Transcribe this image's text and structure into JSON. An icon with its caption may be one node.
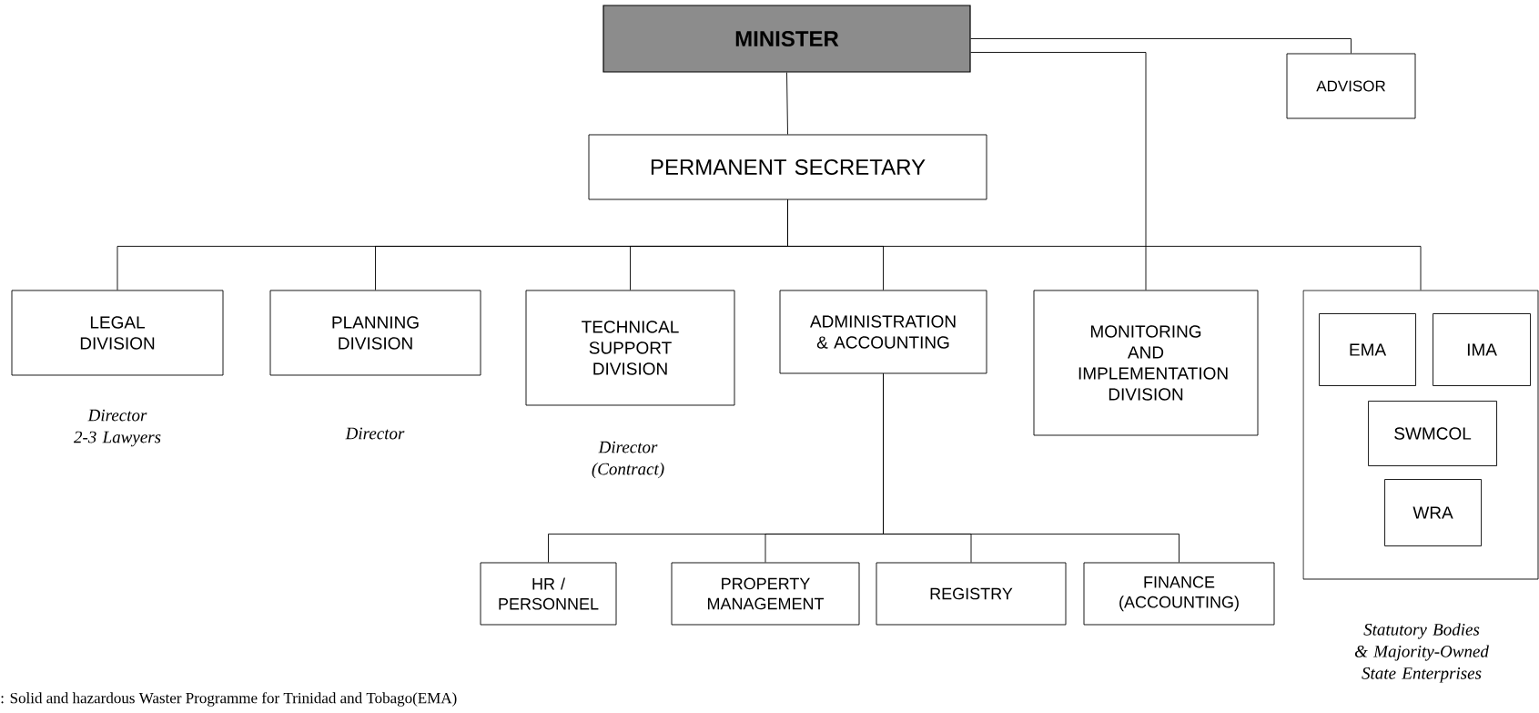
{
  "diagram": {
    "nodes": [
      {
        "text": [
          "MINISTER"
        ]
      },
      {
        "text": [
          "ADVISOR"
        ]
      },
      {
        "text": [
          "PERMANENT SECRETARY"
        ]
      },
      {
        "text": [
          "LEGAL DIVISION"
        ],
        "beside": [
          "Director 2-3 Lawyers"
        ]
      },
      {
        "text": [
          "PLANNING DIVISION"
        ],
        "beside": [
          "Director"
        ]
      },
      {
        "text": [
          "TECHNICAL SUPPORT DIVISION"
        ],
        "beside": [
          "Director (Contract)"
        ]
      },
      {
        "text": [
          "ADMINISTRATION & ACCOUNTING"
        ]
      },
      {
        "text": [
          "MONITORING AND IMPLEMENTATION DIVISION"
        ]
      },
      {
        "text": [],
        "shape": "box",
        "beside": [
          "Statutory Bodies & Majority-Owned State Enterprises"
        ]
      },
      {
        "text": [
          "EMA"
        ],
        "in": 8
      },
      {
        "text": [
          "IMA"
        ],
        "in": 8
      },
      {
        "text": [
          "SWMCOL"
        ],
        "in": 8
      },
      {
        "text": [
          "WRA"
        ],
        "in": 8
      },
      {
        "text": [
          "HR / PERSONNEL"
        ]
      },
      {
        "text": [
          "PROPERTY MANAGEMENT"
        ]
      },
      {
        "text": [
          "REGISTRY"
        ]
      },
      {
        "text": [
          "FINANCE (ACCOUNTING)"
        ]
      }
    ],
    "edges": [
      {
        "from": 0,
        "to": 1,
        "arrow": "none"
      },
      {
        "from": 0,
        "to": 2,
        "arrow": "none"
      },
      {
        "from": 0,
        "to": 7,
        "arrow": "none"
      },
      {
        "from": 2,
        "to": 3,
        "arrow": "none"
      },
      {
        "from": 2,
        "to": 4,
        "arrow": "none"
      },
      {
        "from": 2,
        "to": 5,
        "arrow": "none"
      },
      {
        "from": 2,
        "to": 6,
        "arrow": "none"
      },
      {
        "from": 2,
        "to": 8,
        "arrow": "none"
      },
      {
        "from": 6,
        "to": 13,
        "arrow": "none"
      },
      {
        "from": 6,
        "to": 14,
        "arrow": "none"
      },
      {
        "from": 6,
        "to": 15,
        "arrow": "none"
      },
      {
        "from": 6,
        "to": 16,
        "arrow": "none"
      }
    ],
    "labels": [
      ": Solid and hazardous Waster Programme for Trinidad and Tobago(EMA)"
    ]
  }
}
